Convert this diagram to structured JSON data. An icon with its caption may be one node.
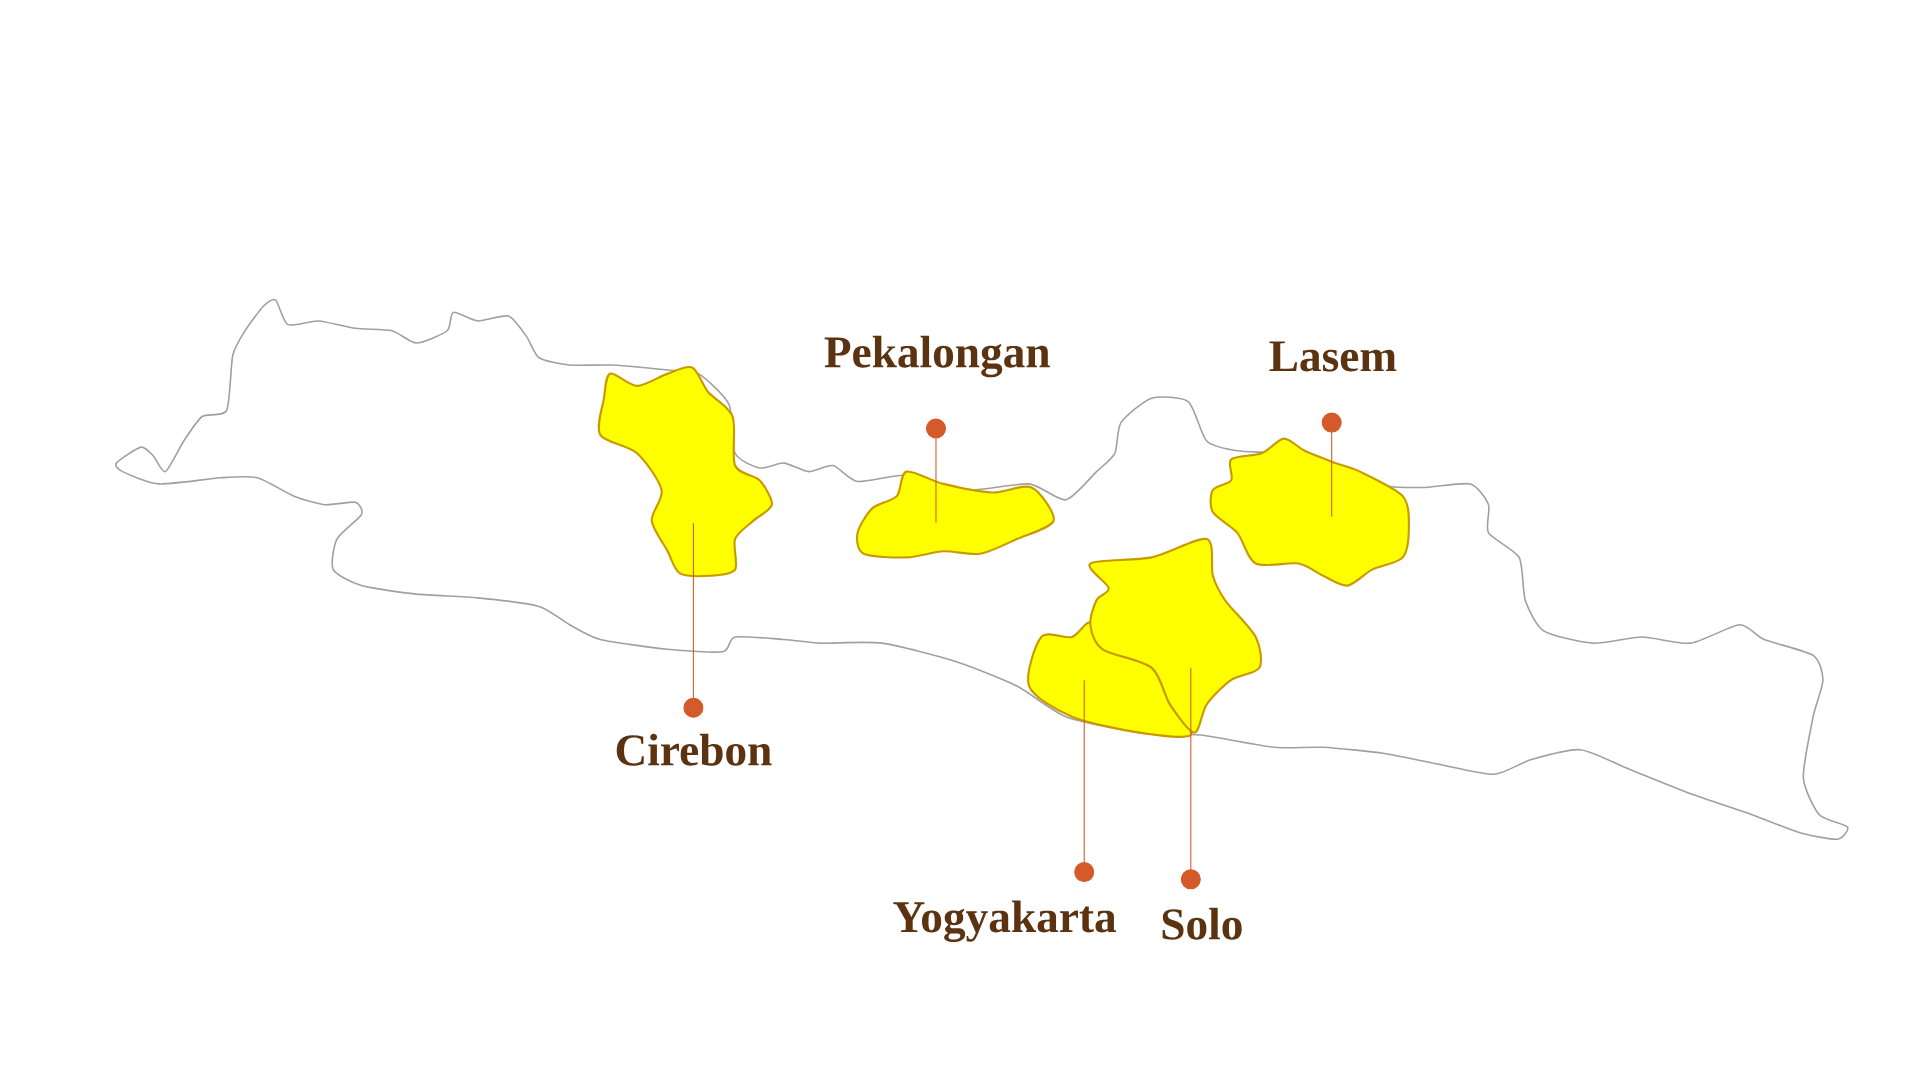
{
  "diagram": {
    "nodes": [
      {
        "text": [
          "Pekalongan"
        ]
      },
      {
        "text": [
          "Lasem"
        ]
      },
      {
        "text": [
          "Cirebon"
        ]
      },
      {
        "text": [
          "Yogyakarta"
        ]
      },
      {
        "text": [
          "Solo"
        ]
      },
      {
        "text": [],
        "shape": "region"
      },
      {
        "text": [],
        "shape": "region"
      },
      {
        "text": [],
        "shape": "region"
      },
      {
        "text": [],
        "shape": "region"
      },
      {
        "text": [],
        "shape": "region"
      }
    ],
    "edges": [
      {
        "from": 0,
        "to": 6,
        "arrow": "other"
      },
      {
        "from": 1,
        "to": 9,
        "arrow": "other"
      },
      {
        "from": 2,
        "to": 5,
        "arrow": "other"
      },
      {
        "from": 3,
        "to": 7,
        "arrow": "other"
      },
      {
        "from": 4,
        "to": 8,
        "arrow": "other"
      }
    ]
  }
}
